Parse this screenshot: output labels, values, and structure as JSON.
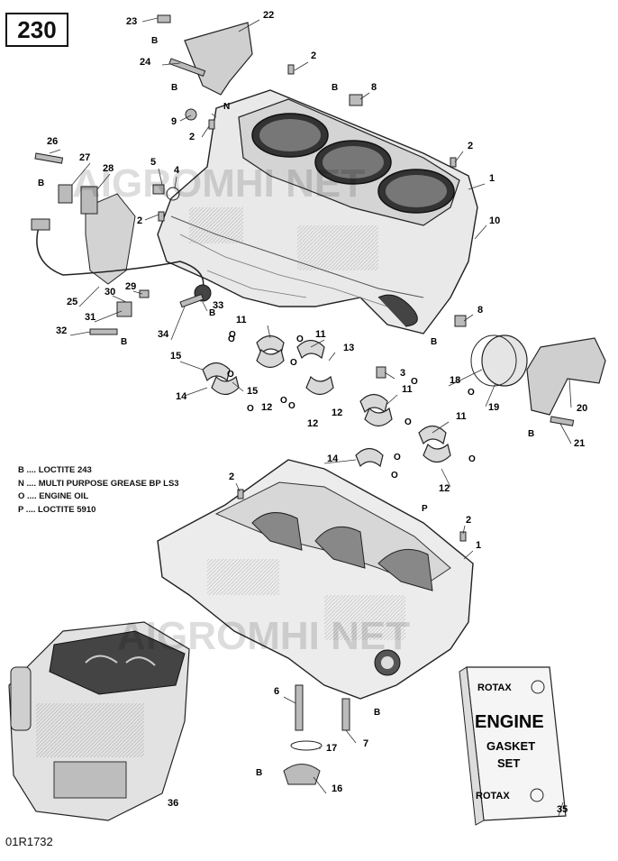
{
  "diagram": {
    "id": "230",
    "reference_code": "01R1732"
  },
  "legend": [
    {
      "code": "B",
      "text": "B .... LOCTITE 243"
    },
    {
      "code": "N",
      "text": "N .... MULTI PURPOSE GREASE BP LS3"
    },
    {
      "code": "O",
      "text": "O .... ENGINE OIL"
    },
    {
      "code": "P",
      "text": "P .... LOCTITE 5910"
    }
  ],
  "gasket_kit": {
    "brand_top": "ROTAX",
    "title": "ENGINE",
    "line2": "GASKET",
    "line3": "SET",
    "brand_bottom": "ROTAX",
    "part_number": "35"
  },
  "part_labels": [
    "1",
    "2",
    "3",
    "4",
    "5",
    "6",
    "7",
    "8",
    "9",
    "10",
    "11",
    "12",
    "13",
    "14",
    "15",
    "16",
    "17",
    "18",
    "19",
    "20",
    "21",
    "22",
    "23",
    "24",
    "25",
    "26",
    "27",
    "28",
    "29",
    "30",
    "31",
    "32",
    "33",
    "34",
    "36"
  ],
  "callouts": [
    {
      "t": "23"
    },
    {
      "t": "22"
    },
    {
      "t": "B"
    },
    {
      "t": "24"
    },
    {
      "t": "B"
    },
    {
      "t": "9"
    },
    {
      "t": "N"
    },
    {
      "t": "2"
    },
    {
      "t": "2"
    },
    {
      "t": "B"
    },
    {
      "t": "8"
    },
    {
      "t": "26"
    },
    {
      "t": "27"
    },
    {
      "t": "28"
    },
    {
      "t": "5"
    },
    {
      "t": "4"
    },
    {
      "t": "2"
    },
    {
      "t": "2"
    },
    {
      "t": "1"
    },
    {
      "t": "10"
    },
    {
      "t": "B"
    },
    {
      "t": "25"
    },
    {
      "t": "30"
    },
    {
      "t": "29"
    },
    {
      "t": "31"
    },
    {
      "t": "33"
    },
    {
      "t": "B"
    },
    {
      "t": "32"
    },
    {
      "t": "B"
    },
    {
      "t": "34"
    },
    {
      "t": "8"
    },
    {
      "t": "B"
    },
    {
      "t": "11"
    },
    {
      "t": "O"
    },
    {
      "t": "O"
    },
    {
      "t": "11"
    },
    {
      "t": "O"
    },
    {
      "t": "13"
    },
    {
      "t": "15"
    },
    {
      "t": "14"
    },
    {
      "t": "15"
    },
    {
      "t": "O"
    },
    {
      "t": "12"
    },
    {
      "t": "O"
    },
    {
      "t": "12"
    },
    {
      "t": "3"
    },
    {
      "t": "11"
    },
    {
      "t": "O"
    },
    {
      "t": "O"
    },
    {
      "t": "12"
    },
    {
      "t": "11"
    },
    {
      "t": "O"
    },
    {
      "t": "14"
    },
    {
      "t": "O"
    },
    {
      "t": "12"
    },
    {
      "t": "18"
    },
    {
      "t": "O"
    },
    {
      "t": "19"
    },
    {
      "t": "20"
    },
    {
      "t": "B"
    },
    {
      "t": "21"
    },
    {
      "t": "2"
    },
    {
      "t": "P"
    },
    {
      "t": "2"
    },
    {
      "t": "1"
    },
    {
      "t": "6"
    },
    {
      "t": "B"
    },
    {
      "t": "7"
    },
    {
      "t": "17"
    },
    {
      "t": "B"
    },
    {
      "t": "16"
    },
    {
      "t": "36"
    },
    {
      "t": "O"
    },
    {
      "t": "O"
    },
    {
      "t": "O"
    },
    {
      "t": "O"
    }
  ],
  "watermark": "AIGROMHI NET"
}
